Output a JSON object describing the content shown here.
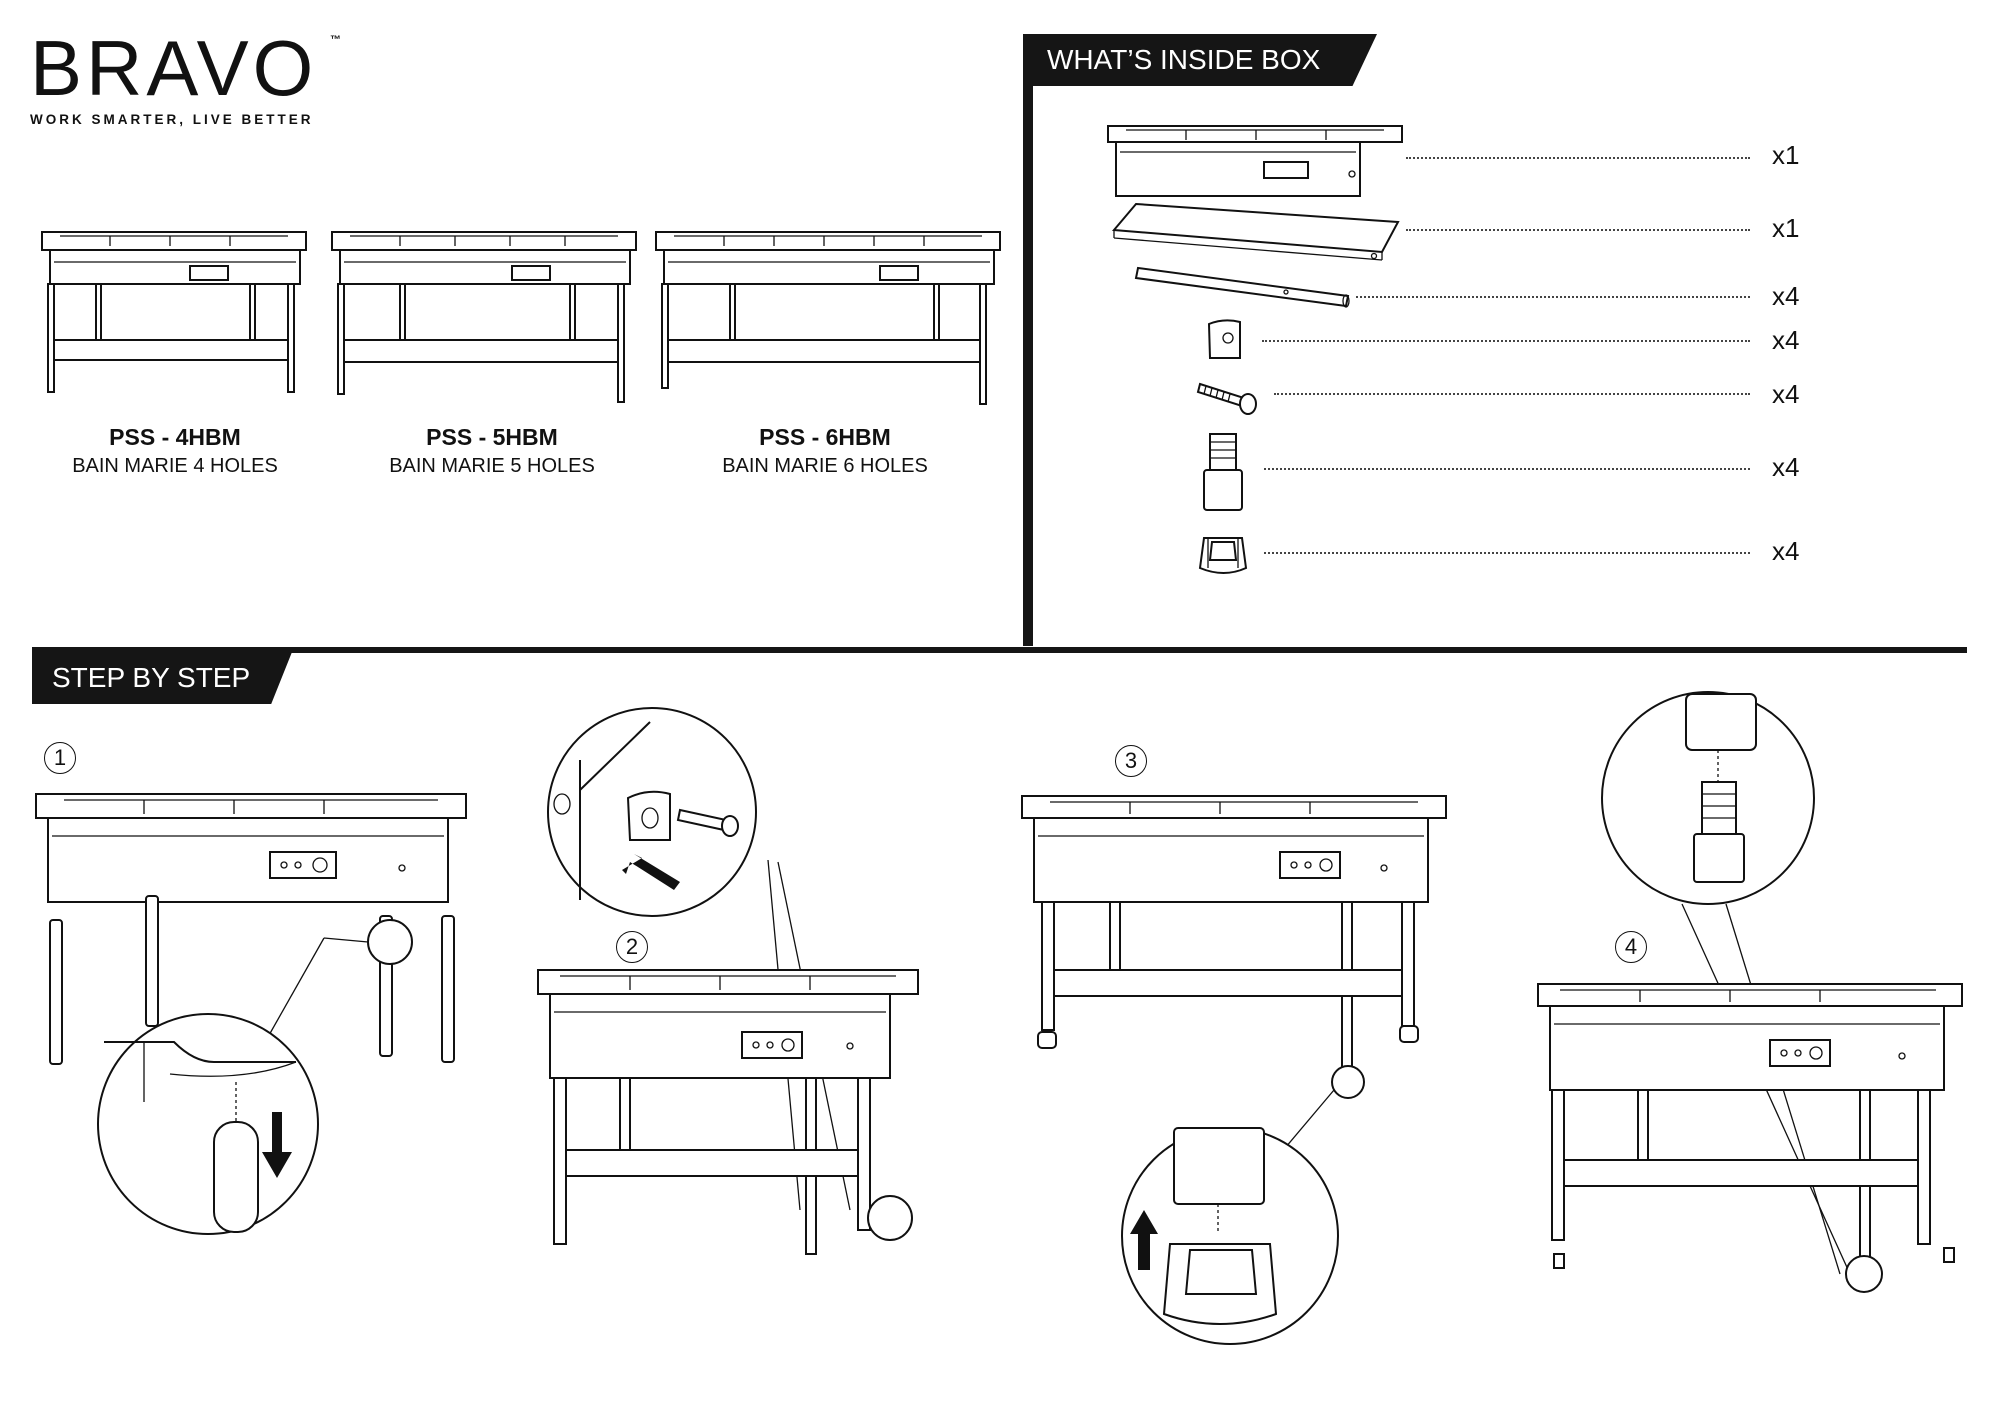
{
  "brand": {
    "logo_text": "BRAVO",
    "trademark": "™",
    "tagline": "WORK SMARTER, LIVE BETTER"
  },
  "models": [
    {
      "code": "PSS - 4HBM",
      "description": "BAIN MARIE 4 HOLES"
    },
    {
      "code": "PSS - 5HBM",
      "description": "BAIN MARIE 5 HOLES"
    },
    {
      "code": "PSS - 6HBM",
      "description": "BAIN MARIE 6 HOLES"
    }
  ],
  "whats_inside": {
    "title": "WHAT’S INSIDE BOX",
    "items": [
      {
        "icon": "bain-marie-top-icon",
        "quantity": "x1"
      },
      {
        "icon": "shelf-panel-icon",
        "quantity": "x1"
      },
      {
        "icon": "leg-tube-icon",
        "quantity": "x4"
      },
      {
        "icon": "bracket-plate-icon",
        "quantity": "x4"
      },
      {
        "icon": "bolt-icon",
        "quantity": "x4"
      },
      {
        "icon": "adjustable-foot-icon",
        "quantity": "x4"
      },
      {
        "icon": "foot-cap-icon",
        "quantity": "x4"
      }
    ]
  },
  "steps": {
    "title": "STEP BY STEP",
    "numbers": [
      "1",
      "2",
      "3",
      "4"
    ]
  }
}
